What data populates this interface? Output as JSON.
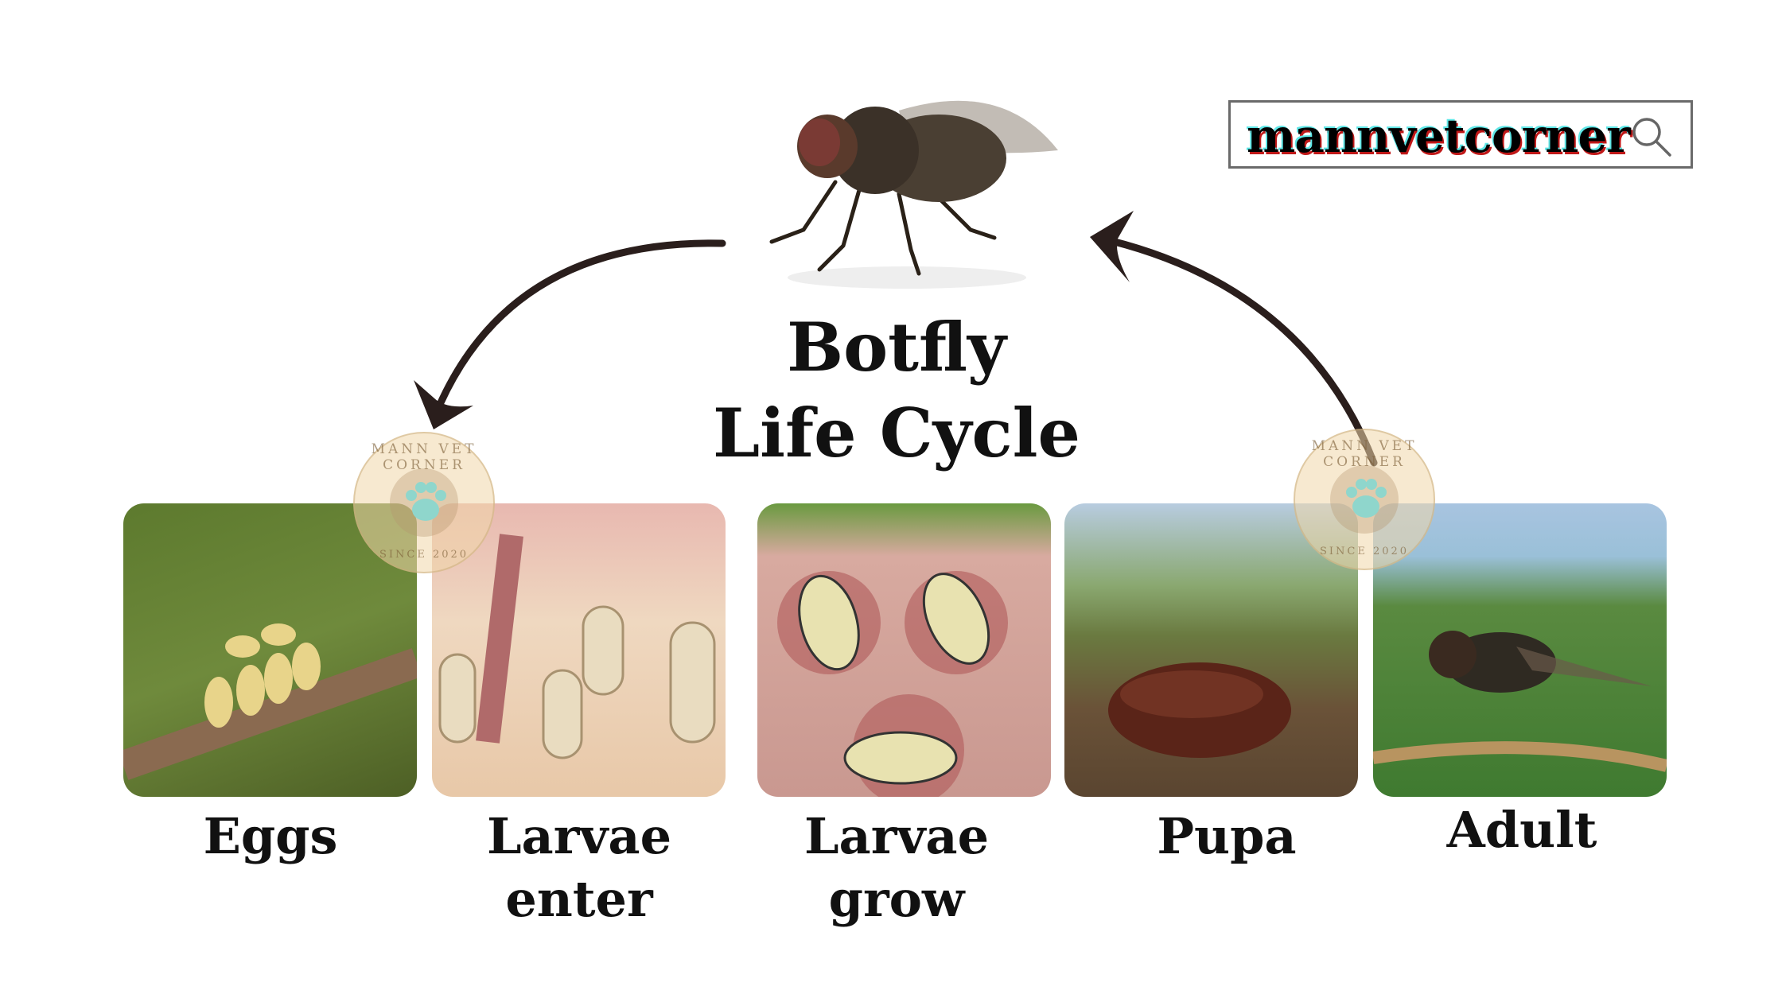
{
  "title": {
    "line1": "Botfly",
    "line2": "Life Cycle"
  },
  "logo": {
    "text": "mannvetcorner",
    "icon": "search-icon"
  },
  "watermark": {
    "top_text": "MANN VET CORNER",
    "bottom_text": "SINCE 2020",
    "icon": "paw-icon"
  },
  "stages": [
    {
      "label_lines": [
        "Eggs"
      ],
      "image": "eggs-on-hair"
    },
    {
      "label_lines": [
        "Larvae",
        "enter"
      ],
      "image": "larvae-entering-skin"
    },
    {
      "label_lines": [
        "Larvae",
        "grow"
      ],
      "image": "larvae-in-skin"
    },
    {
      "label_lines": [
        "Pupa"
      ],
      "image": "pupa-on-ground"
    },
    {
      "label_lines": [
        "Adult"
      ],
      "image": "adult-fly"
    }
  ],
  "colors": {
    "arrow": "#2a1e1c",
    "text": "#111111",
    "logo_border": "#6a6a6a"
  }
}
